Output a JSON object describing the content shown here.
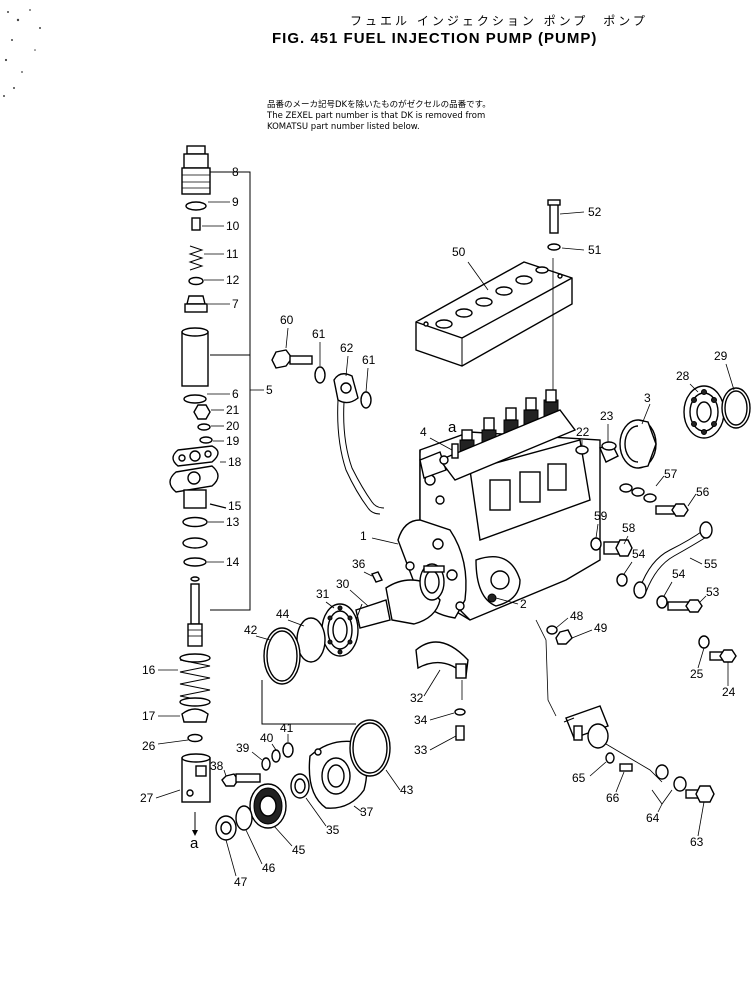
{
  "title_jp": "フュエル インジェクション ポンプ　ポンプ",
  "title_en": "FIG. 451  FUEL  INJECTION  PUMP  (PUMP)",
  "note": [
    "品番のメーカ記号DKを除いたものがゼクセルの品番です。",
    "The ZEXEL part number is that DK is removed from",
    "KOMATSU part number listed below."
  ],
  "labels": {
    "p1": "1",
    "p2": "2",
    "p3": "3",
    "p4": "4",
    "p5": "5",
    "p6": "6",
    "p7": "7",
    "p8": "8",
    "p9": "9",
    "p10": "10",
    "p11": "11",
    "p12": "12",
    "p13": "13",
    "p14": "14",
    "p15": "15",
    "p16": "16",
    "p17": "17",
    "p18": "18",
    "p19": "19",
    "p20": "20",
    "p21": "21",
    "p22": "22",
    "p23": "23",
    "p24": "24",
    "p25": "25",
    "p26": "26",
    "p27": "27",
    "p28": "28",
    "p29": "29",
    "p30": "30",
    "p31": "31",
    "p32": "32",
    "p33": "33",
    "p34": "34",
    "p35": "35",
    "p36": "36",
    "p37": "37",
    "p38": "38",
    "p39": "39",
    "p40": "40",
    "p41": "41",
    "p42": "42",
    "p43": "43",
    "p44": "44",
    "p45": "45",
    "p46": "46",
    "p47": "47",
    "p48": "48",
    "p49": "49",
    "p50": "50",
    "p51": "51",
    "p52": "52",
    "p53": "53",
    "p54a": "54",
    "p54b": "54",
    "p55": "55",
    "p56": "56",
    "p57": "57",
    "p58": "58",
    "p59": "59",
    "p60": "60",
    "p61a": "61",
    "p61b": "61",
    "p62": "62",
    "p63": "63",
    "p64": "64",
    "p65": "65",
    "p66": "66",
    "ref_a_top": "a",
    "ref_a_bottom": "a"
  }
}
